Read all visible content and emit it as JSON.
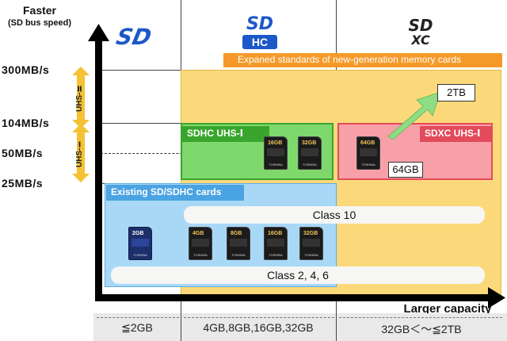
{
  "axes": {
    "y_title_1": "Faster",
    "y_title_2": "(SD bus speed)",
    "x_title": "Larger capacity",
    "speeds": [
      "300MB/s",
      "104MB/s",
      "50MB/s",
      "25MB/s"
    ],
    "uhs_ii": "UHS-Ⅱ",
    "uhs_i": "UHS-Ⅰ"
  },
  "columns": {
    "sd_logo": "SD",
    "sdhc_logo_top": "SD",
    "sdhc_logo_bottom": "HC",
    "sdxc_logo_top": "SD",
    "sdxc_logo_bottom": "XC",
    "capacities": [
      "≦2GB",
      "4GB,8GB,16GB,32GB",
      "32GB＜～≦2TB"
    ]
  },
  "regions": {
    "expanded_banner": "Expaned standards of new-generation memory cards",
    "sdhc_uhs": "SDHC UHS-Ⅰ",
    "sdxc_uhs": "SDXC UHS-Ⅰ",
    "existing": "Existing SD/SDHC cards",
    "class10": "Class 10",
    "class246": "Class 2, 4, 6",
    "badge_2tb": "2TB",
    "badge_64gb": "64GB"
  },
  "cards": {
    "sd_2gb": "2GB",
    "sdhc_4": "4GB",
    "sdhc_8": "8GB",
    "sdhc_16": "16GB",
    "sdhc_32": "32GB",
    "uhs_16": "16GB",
    "uhs_32": "32GB",
    "sdxc_64": "64GB",
    "brand": "TOSHIBA"
  },
  "colors": {
    "yellow": "#fbd97a",
    "orange": "#f59a2a",
    "blue": "#a9d8f7",
    "green": "#7ed86c",
    "pink": "#f8a0a8",
    "arrow_green": "#8fdc84"
  }
}
